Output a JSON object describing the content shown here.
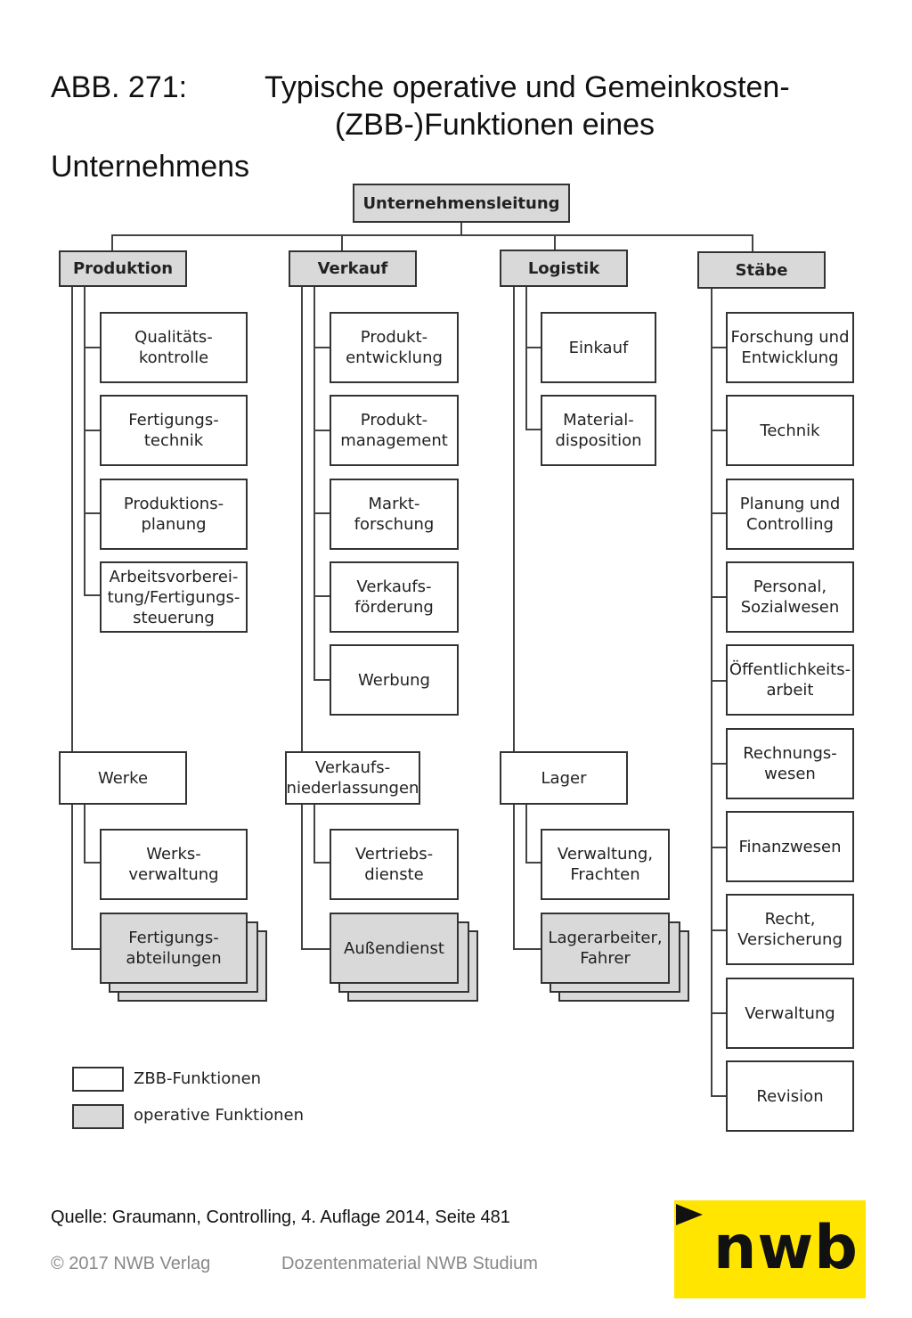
{
  "title": {
    "number": "ABB. 271:",
    "line1": "Typische operative und Gemeinkosten-",
    "line2": "(ZBB-)Funktionen eines",
    "line3": "Unternehmens"
  },
  "chart": {
    "root": "Unternehmensleitung",
    "departments": {
      "produktion": {
        "head": "Produktion",
        "functions": [
          "Qualitäts-\nkontrolle",
          "Fertigungs-\ntechnik",
          "Produktions-\nplanung",
          "Arbeitsvorberei-\ntung/Fertigungs-\nsteuerung"
        ],
        "sub": "Werke",
        "sub_functions": [
          "Werks-\nverwaltung"
        ],
        "operative": "Fertigungs-\nabteilungen"
      },
      "verkauf": {
        "head": "Verkauf",
        "functions": [
          "Produkt-\nentwicklung",
          "Produkt-\nmanagement",
          "Markt-\nforschung",
          "Verkaufs-\nförderung",
          "Werbung"
        ],
        "sub": "Verkaufs-\nniederlassungen",
        "sub_functions": [
          "Vertriebs-\ndienste"
        ],
        "operative": "Außendienst"
      },
      "logistik": {
        "head": "Logistik",
        "functions": [
          "Einkauf",
          "Material-\ndisposition"
        ],
        "sub": "Lager",
        "sub_functions": [
          "Verwaltung,\nFrachten"
        ],
        "operative": "Lagerarbeiter,\nFahrer"
      },
      "staebe": {
        "head": "Stäbe",
        "functions": [
          "Forschung und\nEntwicklung",
          "Technik",
          "Planung und\nControlling",
          "Personal,\nSozialwesen",
          "Öffentlichkeits-\narbeit",
          "Rechnungs-\nwesen",
          "Finanzwesen",
          "Recht,\nVersicherung",
          "Verwaltung",
          "Revision"
        ]
      }
    },
    "legend": {
      "zbb": "ZBB-Funktionen",
      "operative": "operative Funktionen"
    },
    "colors": {
      "zbb_fill": "#ffffff",
      "operative_fill": "#d9d9d9",
      "line": "#444444"
    }
  },
  "footer": {
    "source": "Quelle: Graumann, Controlling, 4. Auflage 2014, Seite 481",
    "copyright": "© 2017 NWB Verlag",
    "material": "Dozentenmaterial NWB Studium"
  },
  "logo": {
    "text": "nwb",
    "color": "#ffe500"
  }
}
